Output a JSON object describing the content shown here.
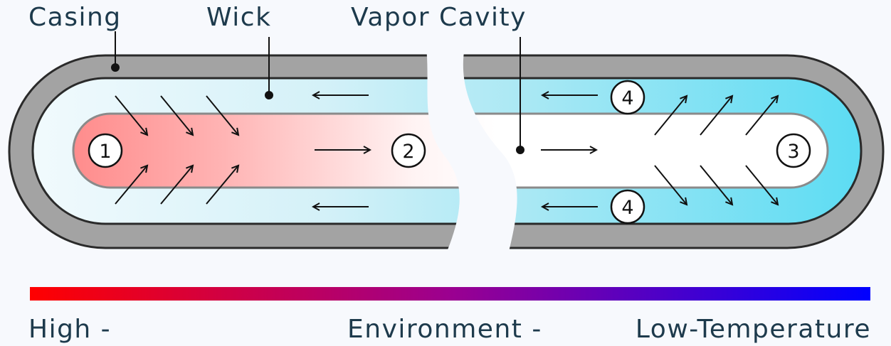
{
  "labels": {
    "casing": "Casing",
    "wick": "Wick",
    "vapor_cavity": "Vapor Cavity"
  },
  "stations": [
    "1",
    "2",
    "3",
    "4",
    "4"
  ],
  "legend": {
    "gradient_start_color": "#ff0000",
    "gradient_mid_color": "#9b0090",
    "gradient_end_color": "#0000ff",
    "left": "High -",
    "middle": "Environment -",
    "right": "Low-Temperature"
  },
  "colors": {
    "casing": "#a3a3a3",
    "hot_zone": "#ff8c8c",
    "cold_zone": "#5cdcf3",
    "text": "#1d3a4c"
  }
}
